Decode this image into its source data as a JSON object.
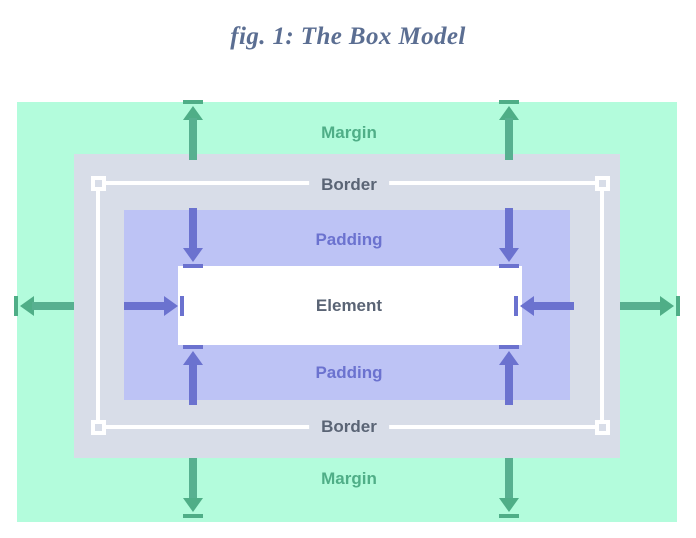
{
  "figure": {
    "title": "fig. 1: The Box Model",
    "caption_number": "1"
  },
  "regions": [
    {
      "key": "margin",
      "label": "Margin",
      "color": "#b3fcdc",
      "text_color": "#4fae87"
    },
    {
      "key": "border",
      "label": "Border",
      "color": "#d8dde8",
      "text_color": "#5a6475"
    },
    {
      "key": "padding",
      "label": "Padding",
      "color": "#bdc3f5",
      "text_color": "#6b72cf"
    },
    {
      "key": "element",
      "label": "Element",
      "color": "#ffffff",
      "text_color": "#5a6475"
    }
  ],
  "labels": {
    "margin_top": "Margin",
    "margin_bottom": "Margin",
    "border_top": "Border",
    "border_bottom": "Border",
    "padding_top": "Padding",
    "padding_bottom": "Padding",
    "element": "Element"
  },
  "colors": {
    "margin_fill": "#b3fcdc",
    "margin_arrow": "#4fae87",
    "border_fill": "#d8dde8",
    "border_text": "#5a6475",
    "border_guide": "#ffffff",
    "padding_fill": "#bdc3f5",
    "padding_arrow": "#6b72cf",
    "element_fill": "#ffffff",
    "title_text": "#5b6e92",
    "page_background": "#ffffff"
  },
  "arrows": {
    "margin_top_left": "arrow-up",
    "margin_top_right": "arrow-up",
    "margin_bottom_left": "arrow-down",
    "margin_bottom_right": "arrow-down",
    "margin_left": "arrow-left",
    "margin_right": "arrow-right",
    "padding_top_left": "arrow-down",
    "padding_top_right": "arrow-down",
    "padding_bottom_left": "arrow-up",
    "padding_bottom_right": "arrow-up",
    "padding_left": "arrow-right",
    "padding_right": "arrow-left"
  },
  "handles": {
    "top_left": "resize-handle",
    "top_right": "resize-handle",
    "bottom_left": "resize-handle",
    "bottom_right": "resize-handle"
  }
}
